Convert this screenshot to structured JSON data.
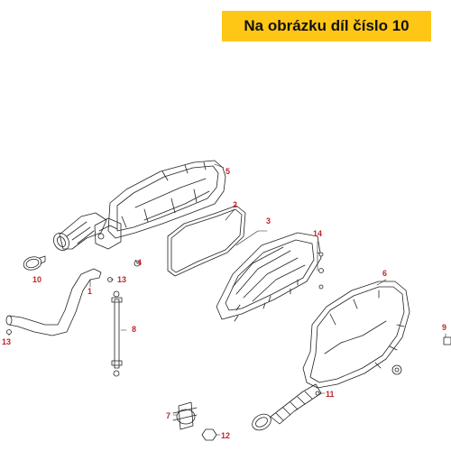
{
  "banner": {
    "text": "Na obrázku díl číslo 10"
  },
  "colors": {
    "banner_bg": "#ffc715",
    "label": "#c0262c",
    "line": "#222222"
  },
  "callouts": {
    "c1": "1",
    "c2": "2",
    "c3": "3",
    "c4": "4",
    "c5": "5",
    "c6": "6",
    "c7": "7",
    "c8": "8",
    "c9": "9",
    "c10": "10",
    "c11": "11",
    "c12": "12",
    "c13a": "13",
    "c13b": "13",
    "c14": "14"
  }
}
